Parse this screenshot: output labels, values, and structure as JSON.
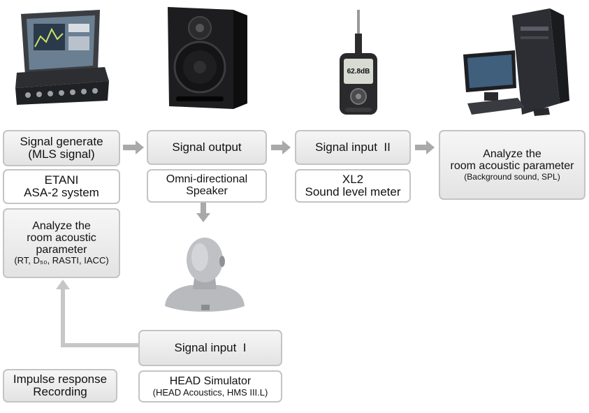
{
  "boxes": {
    "signal_generate": [
      "Signal generate",
      "(MLS signal)"
    ],
    "etani": [
      "ETANI",
      "ASA-2 system"
    ],
    "signal_output": "Signal output",
    "omni_speaker": [
      "Omni-directional",
      "Speaker"
    ],
    "signal_input_2": "Signal input  II",
    "xl2": [
      "XL2",
      "Sound level meter"
    ],
    "analyze_right": [
      "Analyze the",
      "room acoustic parameter",
      "(Background sound, SPL)"
    ],
    "analyze_left": [
      "Analyze the",
      "room acoustic",
      "parameter",
      "(RT, D₅₀, RASTI, IACC)"
    ],
    "signal_input_1": "Signal input  I",
    "head_simulator": [
      "HEAD Simulator",
      "(HEAD Acoustics, HMS III.L)"
    ],
    "impulse": [
      "Impulse response",
      "Recording"
    ]
  },
  "device_display": "62.8dB"
}
